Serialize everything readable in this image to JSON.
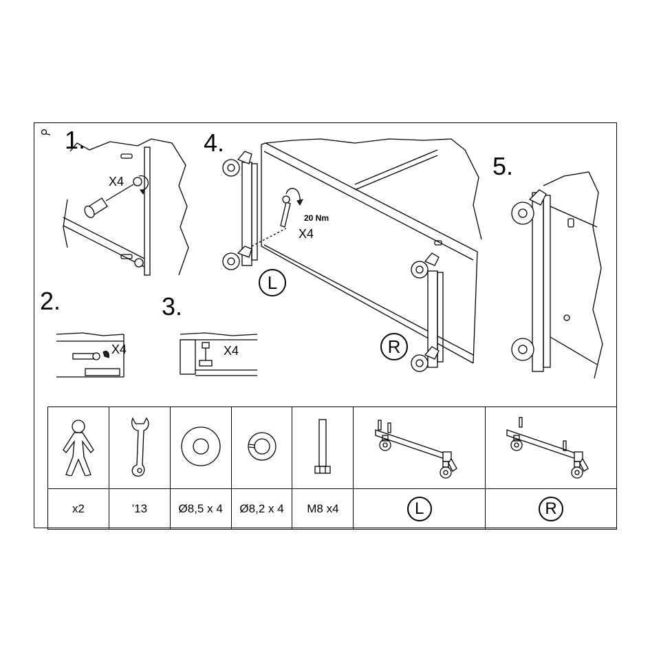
{
  "steps": {
    "s1": "1.",
    "s2": "2.",
    "s3": "3.",
    "s4": "4.",
    "s5": "5."
  },
  "callouts": {
    "step1_qty": "X4",
    "step2_qty": "X4",
    "step3_qty": "X4",
    "step4_qty": "X4",
    "step4_torque": "20 Nm",
    "left_marker": "L",
    "right_marker": "R"
  },
  "parts_table": {
    "labels": [
      "x2",
      "’13",
      "Ø8,5 x 4",
      "Ø8,2 x 4",
      "M8 x4"
    ],
    "left_marker": "L",
    "right_marker": "R"
  },
  "icons": [
    "person-icon",
    "wrench-icon",
    "washer-icon",
    "spring-washer-icon",
    "bolt-icon",
    "castor-rail-left-icon",
    "castor-rail-right-icon",
    "magnifier-icon"
  ]
}
